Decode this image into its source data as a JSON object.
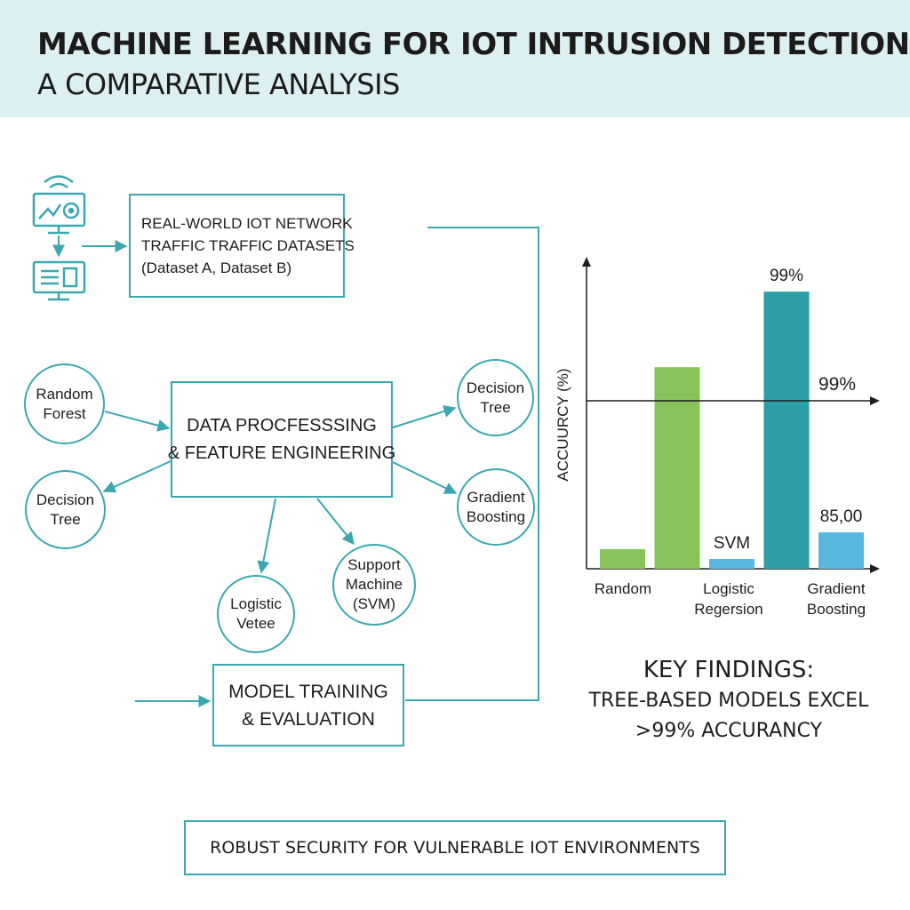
{
  "header": {
    "title_line1": "MACHINE LEARNING FOR IOT INTRUSION DETECTION:",
    "title_line2": "A COMPARATIVE ANALYSIS"
  },
  "icons": {
    "device_top": "wifi-monitor-icon",
    "device_bottom": "server-monitor-icon"
  },
  "colors": {
    "accent": "#3aa7b0",
    "green": "#88c25a",
    "teal": "#2b9ea7",
    "blue": "#58b8e0",
    "header_bg": "#dceff1"
  },
  "flow": {
    "datasets": {
      "line1": "REAL-WORLD IOT NETWORK",
      "line2": "TRAFFIC TRAFFIC DATASETS",
      "line3": "(Dataset A, Dataset B)"
    },
    "processing": {
      "line1": "DATA PROCFESSSING",
      "line2": "& FEATURE ENGINEERING"
    },
    "training": {
      "line1": "MODEL TRAINING",
      "line2": "& EVALUATION"
    },
    "models": [
      {
        "line1": "Random",
        "line2": "Forest"
      },
      {
        "line1": "Decision",
        "line2": "Tree"
      },
      {
        "line1": "Logistic",
        "line2": "Vetee"
      },
      {
        "line1": "Support",
        "line2": "Machine",
        "line3": "(SVM)"
      },
      {
        "line1": "Gradient",
        "line2": "Boosting"
      },
      {
        "line1": "Decision",
        "line2": "Tree"
      }
    ]
  },
  "chart_data": {
    "type": "bar",
    "ylabel": "ACCUURCY (%)",
    "ylim": [
      0,
      100
    ],
    "reference_line": {
      "value": 60,
      "label": "99%"
    },
    "bars": [
      {
        "value": 7,
        "color": "#88c25a",
        "label": ""
      },
      {
        "value": 72,
        "color": "#88c25a",
        "label": ""
      },
      {
        "value": 3.5,
        "color": "#58b8e0",
        "label": "SVM"
      },
      {
        "value": 99,
        "color": "#2b9ea7",
        "label": "99%"
      },
      {
        "value": 13,
        "color": "#58b8e0",
        "label": "85,00"
      }
    ],
    "category_labels": [
      {
        "line1": "Random",
        "line2": ""
      },
      {
        "line1": "Logistic",
        "line2": "Regersion"
      },
      {
        "line1": "Gradient",
        "line2": "Boosting"
      }
    ]
  },
  "findings": {
    "line1": "KEY FINDINGS:",
    "line2": "TREE-BASED MODELS EXCEL",
    "line3": ">99% ACCURANCY"
  },
  "footer": {
    "text": "ROBUST SECURITY FOR VULNERABLE IOT ENVIRONMENTS"
  }
}
